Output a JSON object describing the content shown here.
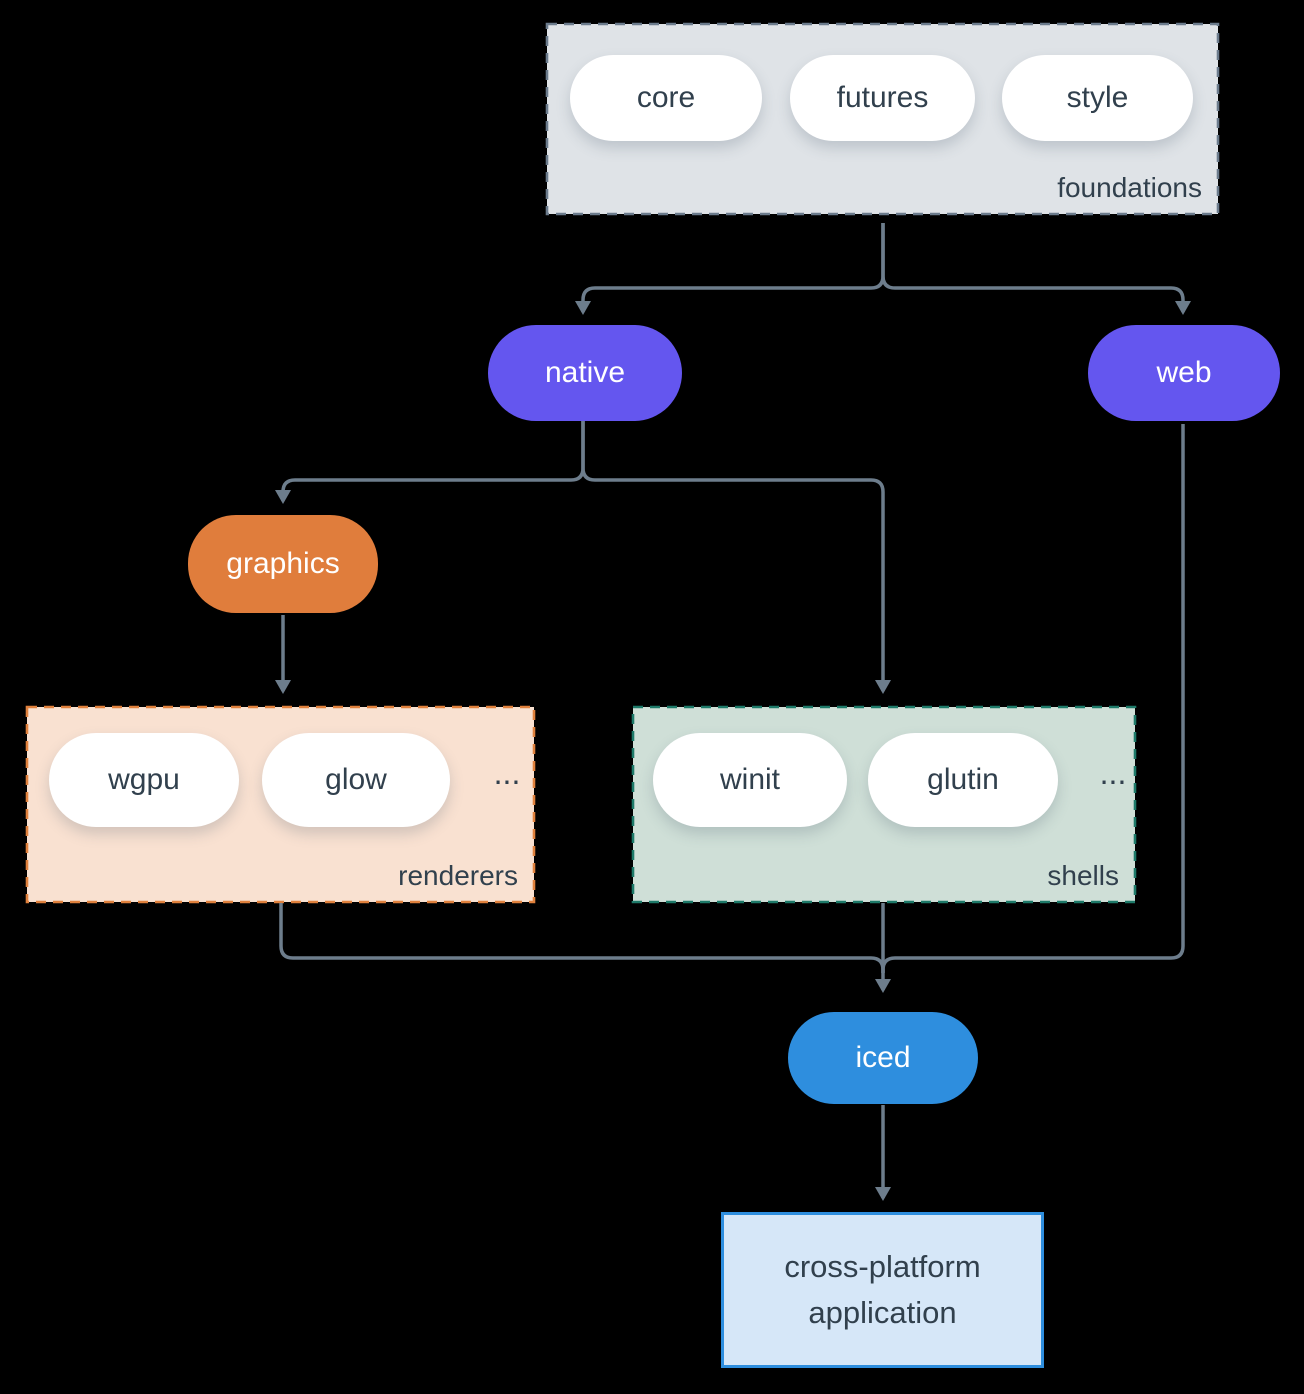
{
  "colors": {
    "background": "#000000",
    "connector": "#6d7d8c",
    "node_purple": "#6456ef",
    "node_orange": "#e07d3c",
    "node_blue": "#2e8ede",
    "foundations_fill": "#dfe3e7",
    "foundations_border": "#6b7b8c",
    "renderers_fill": "#f9e1d1",
    "renderers_border": "#e0813d",
    "shells_fill": "#cfdfd7",
    "shells_border": "#1e7a69",
    "application_fill": "#d6e7f8",
    "application_border": "#2e8ede",
    "text_dark": "#31404d",
    "text_light": "#ffffff"
  },
  "foundations": {
    "label": "foundations",
    "items": [
      "core",
      "futures",
      "style"
    ]
  },
  "nodes": {
    "native": {
      "label": "native"
    },
    "web": {
      "label": "web"
    },
    "graphics": {
      "label": "graphics"
    },
    "iced": {
      "label": "iced"
    }
  },
  "renderers": {
    "label": "renderers",
    "items": [
      "wgpu",
      "glow"
    ],
    "more": "..."
  },
  "shells": {
    "label": "shells",
    "items": [
      "winit",
      "glutin"
    ],
    "more": "..."
  },
  "application": {
    "line1": "cross-platform",
    "line2": "application"
  }
}
